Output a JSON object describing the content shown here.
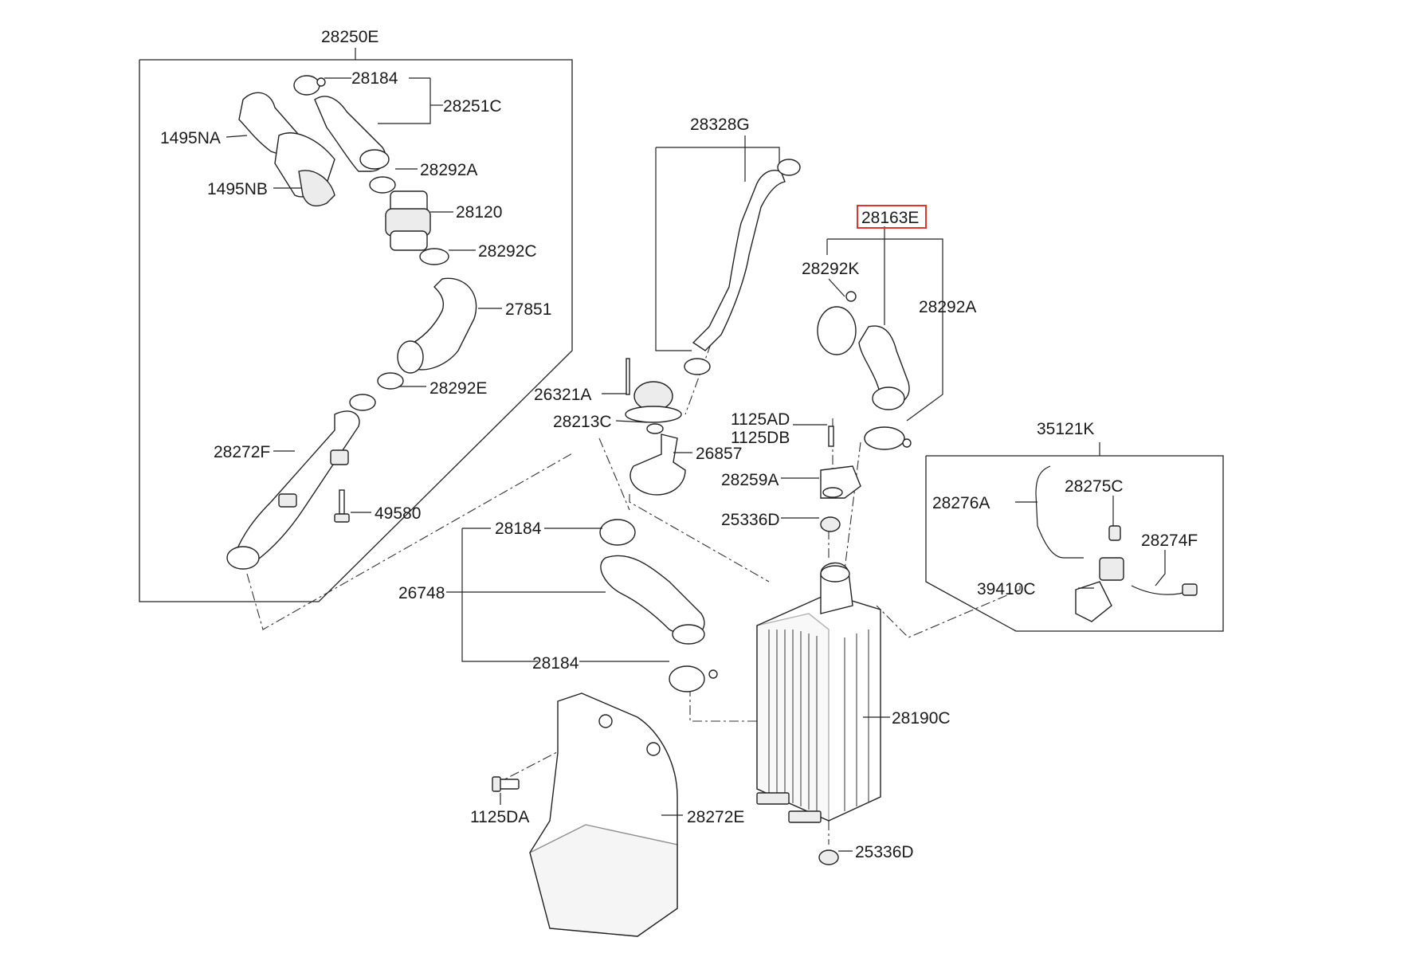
{
  "diagram": {
    "highlight_color": "#e0342f",
    "labels": {
      "p28250E": "28250E",
      "p28184_top": "28184",
      "p28251C": "28251C",
      "p1495NA": "1495NA",
      "p28292A_left": "28292A",
      "p1495NB": "1495NB",
      "p28120": "28120",
      "p28292C": "28292C",
      "p27851": "27851",
      "p28292E": "28292E",
      "p28272F": "28272F",
      "p49580": "49580",
      "p28328G": "28328G",
      "p26321A": "26321A",
      "p28213C": "28213C",
      "p26857": "26857",
      "p28163E": "28163E",
      "p28292K": "28292K",
      "p28292A_right": "28292A",
      "p1125AD": "1125AD",
      "p1125DB": "1125DB",
      "p28259A": "28259A",
      "p25336D_top": "25336D",
      "p35121K": "35121K",
      "p28276A": "28276A",
      "p28275C": "28275C",
      "p28274F": "28274F",
      "p39410C": "39410C",
      "p28184_mid": "28184",
      "p26748": "26748",
      "p28184_low": "28184",
      "p28190C": "28190C",
      "p1125DA": "1125DA",
      "p28272E": "28272E",
      "p25336D_bottom": "25336D"
    }
  }
}
